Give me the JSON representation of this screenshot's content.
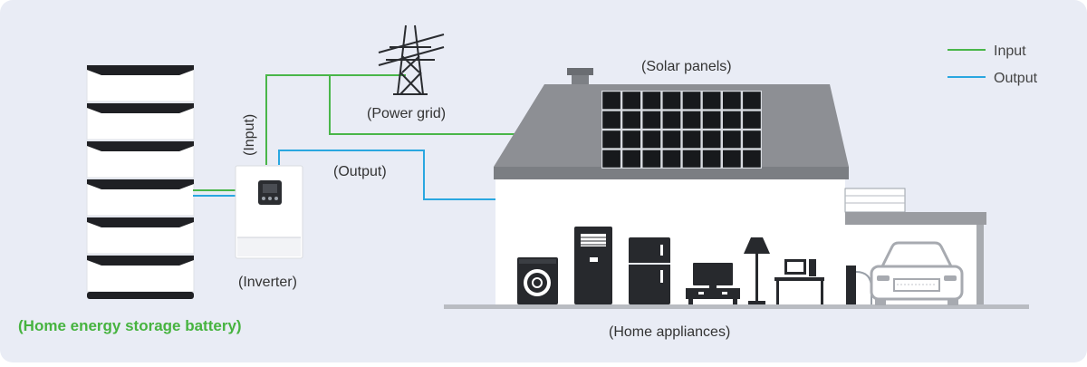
{
  "labels": {
    "solar_panels": "(Solar panels)",
    "power_grid": "(Power grid)",
    "input_side": "(Input)",
    "output": "(Output)",
    "inverter": "(Inverter)",
    "home_appliances": "(Home appliances)",
    "battery": "(Home energy storage battery)"
  },
  "legend": {
    "input": "Input",
    "output": "Output"
  },
  "colors": {
    "background": "#e9ecf5",
    "input_line": "#49b649",
    "output_line": "#2aa7e0",
    "battery_label": "#46b33f",
    "roof": "#8d8f94",
    "appliance": "#27292d"
  },
  "icons": [
    "battery-stack-icon",
    "inverter-icon",
    "power-tower-icon",
    "solar-panel-icon",
    "washing-machine-icon",
    "air-conditioner-icon",
    "refrigerator-icon",
    "television-icon",
    "floor-lamp-icon",
    "computer-icon",
    "ev-charger-icon",
    "car-icon"
  ]
}
